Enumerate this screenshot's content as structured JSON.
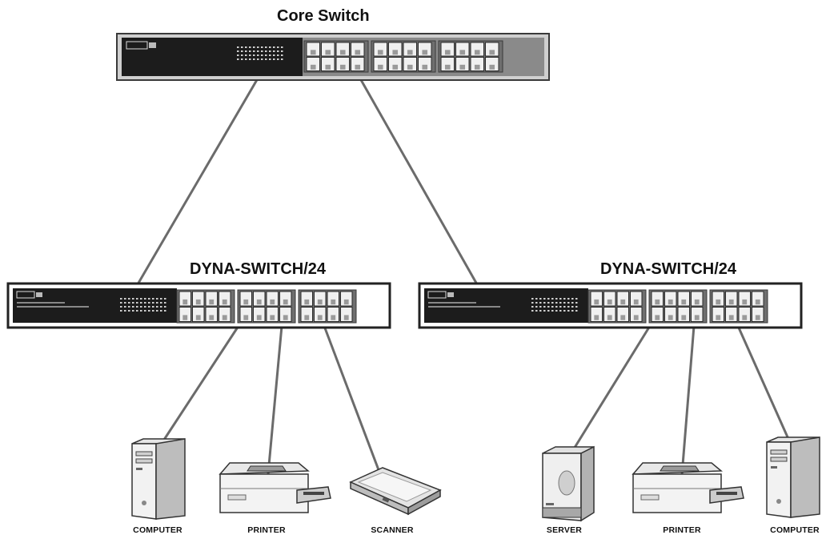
{
  "diagram": {
    "core_label": "Core Switch",
    "left_switch_label": "DYNA-SWITCH/24",
    "right_switch_label": "DYNA-SWITCH/24",
    "left_devices": [
      {
        "label": "COMPUTER",
        "icon": "computer-tower-icon"
      },
      {
        "label": "PRINTER",
        "icon": "printer-icon"
      },
      {
        "label": "SCANNER",
        "icon": "scanner-icon"
      }
    ],
    "right_devices": [
      {
        "label": "SERVER",
        "icon": "server-icon"
      },
      {
        "label": "PRINTER",
        "icon": "printer-icon"
      },
      {
        "label": "COMPUTER",
        "icon": "computer-tower-icon"
      }
    ],
    "colors": {
      "line": "#6b6b6b",
      "switch_frame": "#555555",
      "switch_face": "#1c1c1c",
      "port_block": "#6f6f6f"
    }
  }
}
